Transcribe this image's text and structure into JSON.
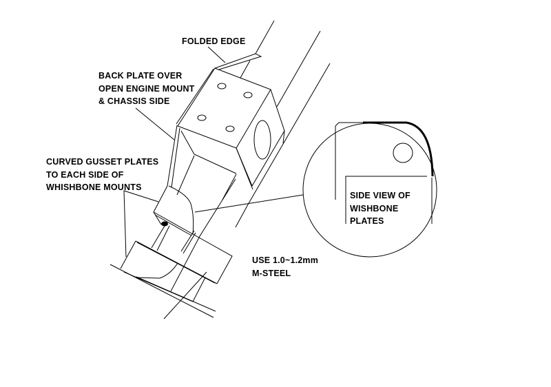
{
  "labels": {
    "folded_edge": "FOLDED EDGE",
    "back_plate": [
      "BACK PLATE OVER",
      "OPEN ENGINE MOUNT",
      "& CHASSIS SIDE"
    ],
    "gusset": [
      "CURVED GUSSET PLATES",
      "TO EACH SIDE OF",
      "WHISHBONE MOUNTS"
    ],
    "material": [
      "USE 1.0~1.2mm",
      "M-STEEL"
    ],
    "side_view": [
      "SIDE VIEW OF",
      "WISHBONE",
      "PLATES"
    ]
  }
}
